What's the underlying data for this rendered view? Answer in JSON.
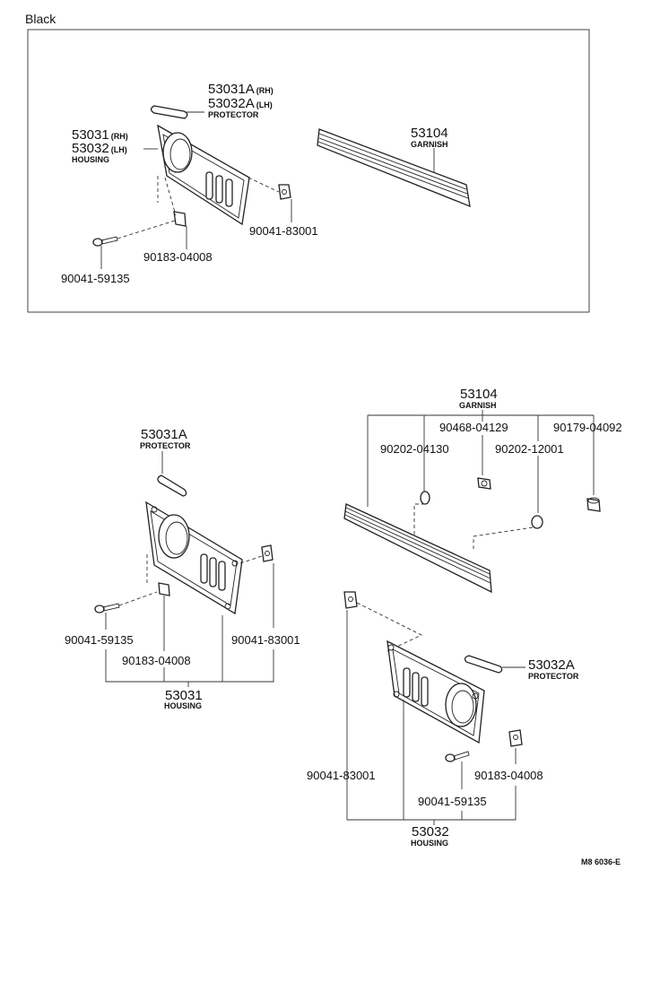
{
  "header": {
    "color_variant": "Black"
  },
  "colors": {
    "ink": "#222222",
    "background": "#ffffff"
  },
  "top_panel": {
    "protector": {
      "rh": "53031A",
      "rh_suffix": "(RH)",
      "lh": "53032A",
      "lh_suffix": "(LH)",
      "desc": "PROTECTOR"
    },
    "housing": {
      "rh": "53031",
      "rh_suffix": "(RH)",
      "lh": "53032",
      "lh_suffix": "(LH)",
      "desc": "HOUSING"
    },
    "garnish": {
      "pn": "53104",
      "desc": "GARNISH"
    },
    "clip": "90041-83001",
    "nut": "90183-04008",
    "screw": "90041-59135"
  },
  "left_panel": {
    "protector": {
      "pn": "53031A",
      "desc": "PROTECTOR"
    },
    "screw": "90041-59135",
    "clip": "90041-83001",
    "nut": "90183-04008",
    "housing": {
      "pn": "53031",
      "desc": "HOUSING"
    }
  },
  "right_panel": {
    "garnish": {
      "pn": "53104",
      "desc": "GARNISH"
    },
    "parts": {
      "p1": "90468-04129",
      "p2": "90202-04130",
      "p3": "90202-12001",
      "p4": "90179-04092"
    },
    "protector": {
      "pn": "53032A",
      "desc": "PROTECTOR"
    },
    "clip": "90041-83001",
    "nut": "90183-04008",
    "screw": "90041-59135",
    "housing": {
      "pn": "53032",
      "desc": "HOUSING"
    }
  },
  "footer": {
    "ref": "M8 6036-E"
  }
}
